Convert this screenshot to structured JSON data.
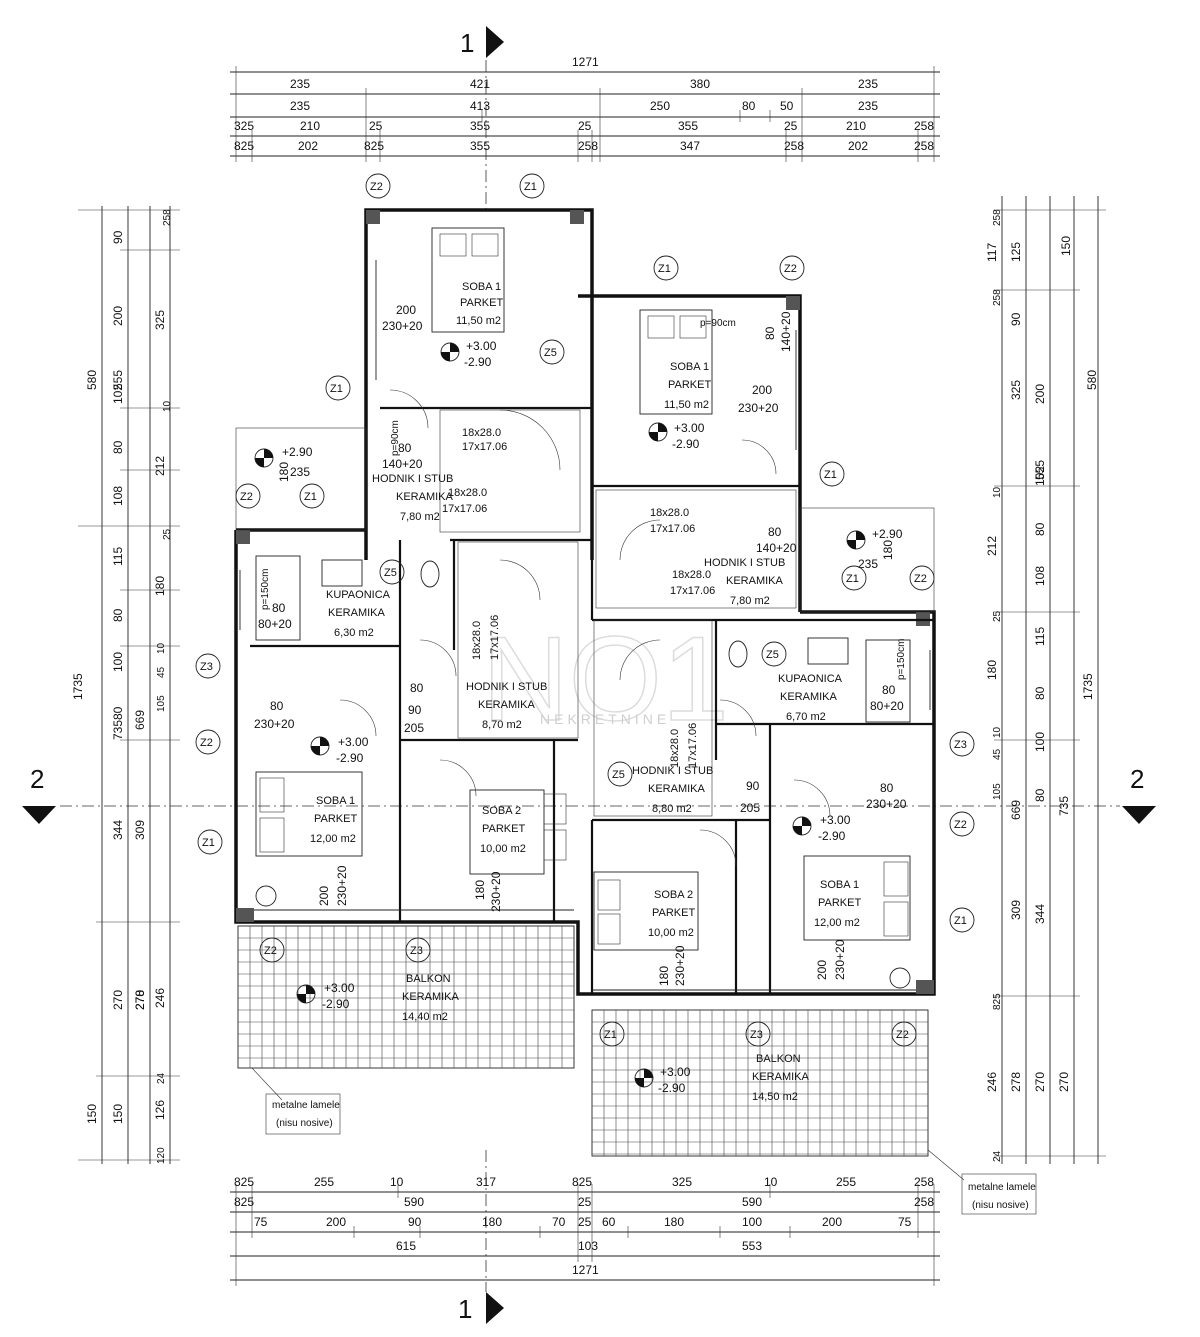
{
  "section_marks": {
    "top": "1",
    "bottom": "1",
    "left": "2",
    "right": "2"
  },
  "dims_top": {
    "row1": [
      "1271"
    ],
    "row2": [
      "235",
      "421",
      "380",
      "235"
    ],
    "row3": [
      "235",
      "413",
      "250",
      "80",
      "50",
      "235"
    ],
    "row4": [
      "325",
      "210",
      "25",
      "355",
      "25",
      "355",
      "25",
      "210",
      "258"
    ],
    "row5": [
      "825",
      "202",
      "825",
      "355",
      "258",
      "347",
      "258",
      "202",
      "258"
    ]
  },
  "dims_bottom": {
    "row1": [
      "825",
      "255",
      "10",
      "317",
      "825",
      "325",
      "10",
      "255",
      "258"
    ],
    "row2": [
      "825",
      "590",
      "25",
      "590",
      "258"
    ],
    "row3": [
      "75",
      "200",
      "90",
      "180",
      "70",
      "25",
      "60",
      "180",
      "100",
      "200",
      "75"
    ],
    "row4": [
      "615",
      "103",
      "553"
    ],
    "row5": [
      "1271"
    ]
  },
  "dims_left": {
    "outer": [
      "580",
      "1735"
    ],
    "col2": [
      "555",
      "735",
      "344",
      "270",
      "150"
    ],
    "col3": [
      "90",
      "200",
      "102",
      "80",
      "108",
      "115",
      "80",
      "100",
      "80",
      "309",
      "270",
      "150"
    ],
    "col4": [
      "325",
      "212",
      "180",
      "669",
      "278",
      "126"
    ],
    "col5": [
      "258",
      "10",
      "25",
      "10",
      "45",
      "105",
      "246",
      "24",
      "120"
    ]
  },
  "dims_right": {
    "outer": [
      "580",
      "1735"
    ],
    "col2": [
      "555",
      "735",
      "344",
      "270"
    ],
    "col3": [
      "150",
      "325",
      "200",
      "102",
      "80",
      "108",
      "115",
      "80",
      "100",
      "80",
      "309",
      "270"
    ],
    "col4": [
      "117",
      "125",
      "90",
      "212",
      "180",
      "669",
      "278",
      "246"
    ],
    "col5": [
      "258",
      "258",
      "10",
      "25",
      "10",
      "45",
      "105",
      "825",
      "24"
    ]
  },
  "rooms": [
    {
      "name": "SOBA 1",
      "floor": "PARKET",
      "area": "11,50 m2"
    },
    {
      "name": "SOBA 1",
      "floor": "PARKET",
      "area": "11,50 m2"
    },
    {
      "name": "HODNIK I STUB",
      "floor": "KERAMIKA",
      "area": "7,80 m2"
    },
    {
      "name": "HODNIK I STUB",
      "floor": "KERAMIKA",
      "area": "7,80 m2"
    },
    {
      "name": "KUPAONICA",
      "floor": "KERAMIKA",
      "area": "6,30 m2"
    },
    {
      "name": "KUPAONICA",
      "floor": "KERAMIKA",
      "area": "6,70 m2"
    },
    {
      "name": "HODNIK I STUB",
      "floor": "KERAMIKA",
      "area": "8,70 m2"
    },
    {
      "name": "HODNIK I STUB",
      "floor": "KERAMIKA",
      "area": "8,80 m2"
    },
    {
      "name": "SOBA 1",
      "floor": "PARKET",
      "area": "12,00 m2"
    },
    {
      "name": "SOBA 2",
      "floor": "PARKET",
      "area": "10,00 m2"
    },
    {
      "name": "SOBA 2",
      "floor": "PARKET",
      "area": "10,00 m2"
    },
    {
      "name": "SOBA 1",
      "floor": "PARKET",
      "area": "12,00 m2"
    },
    {
      "name": "BALKON",
      "floor": "KERAMIKA",
      "area": "14,40 m2"
    },
    {
      "name": "BALKON",
      "floor": "KERAMIKA",
      "area": "14,50 m2"
    }
  ],
  "levels": [
    {
      "plus": "+3.00",
      "minus": "-2.90"
    },
    {
      "plus": "+3.00",
      "minus": "-2.90"
    },
    {
      "plus": "+2.90"
    },
    {
      "plus": "+2.90"
    },
    {
      "plus": "+3.00",
      "minus": "-2.90"
    },
    {
      "plus": "+3.00",
      "minus": "-2.90"
    },
    {
      "plus": "+3.00",
      "minus": "-2.90"
    },
    {
      "plus": "+3.00",
      "minus": "-2.90"
    }
  ],
  "openings": {
    "w200": "200",
    "w230": "230+20",
    "w80": "80",
    "w90": "90",
    "w205": "205",
    "w140": "140+20",
    "w80_20": "80+20",
    "w180": "180",
    "p90": "p=90cm",
    "p150": "p=150cm",
    "w235": "235",
    "w180b": "180"
  },
  "stairs": {
    "step": "18x28.0",
    "rise": "17x17.06"
  },
  "tags": {
    "z1": "Z1",
    "z2": "Z2",
    "z3": "Z3",
    "z5": "Z5"
  },
  "notes": {
    "lamele": "metalne lamele",
    "nosive": "(nisu nosive)"
  },
  "watermark": {
    "logo": "NO1",
    "sub": "NEKRETNINE"
  }
}
